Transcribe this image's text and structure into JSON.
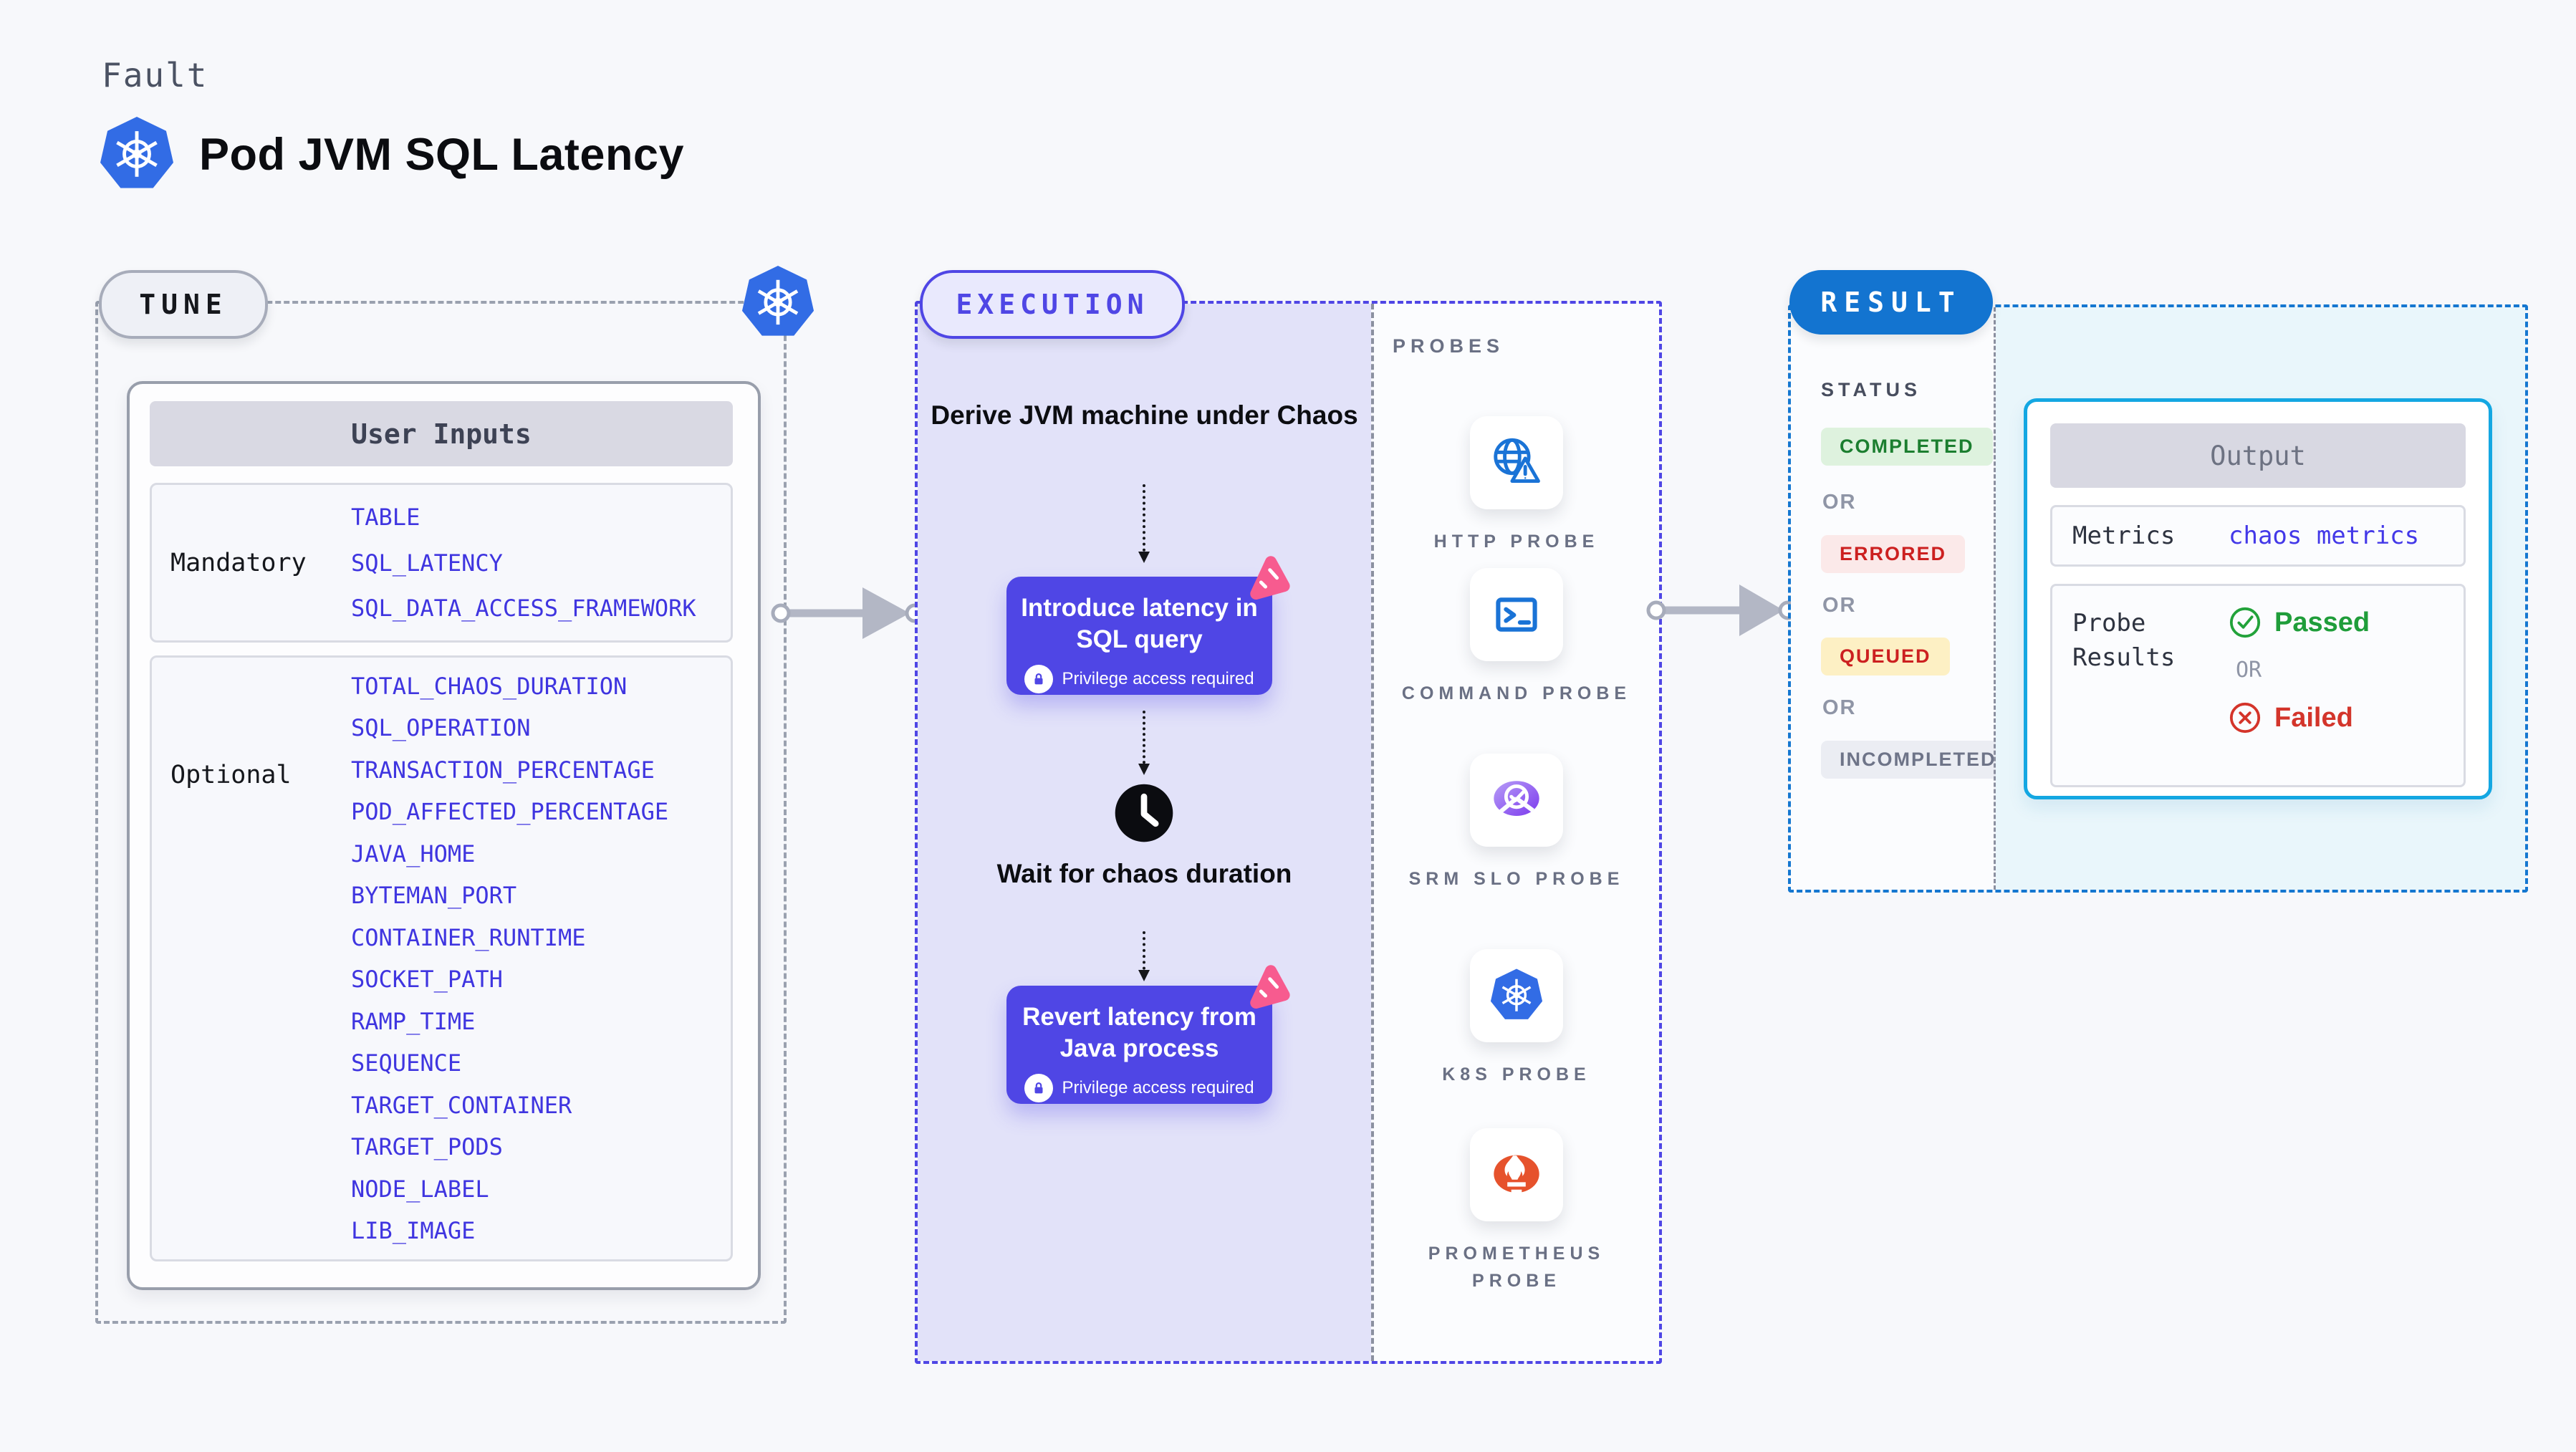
{
  "header": {
    "kicker": "Fault",
    "title": "Pod JVM SQL Latency",
    "logo": "kubernetes-icon"
  },
  "tune": {
    "badge": "TUNE",
    "user_inputs": {
      "header": "User Inputs",
      "mandatory_label": "Mandatory",
      "mandatory_items": [
        "TABLE",
        "SQL_LATENCY",
        "SQL_DATA_ACCESS_FRAMEWORK"
      ],
      "optional_label": "Optional",
      "optional_items": [
        "TOTAL_CHAOS_DURATION",
        "SQL_OPERATION",
        "TRANSACTION_PERCENTAGE",
        "POD_AFFECTED_PERCENTAGE",
        "JAVA_HOME",
        "BYTEMAN_PORT",
        "CONTAINER_RUNTIME",
        "SOCKET_PATH",
        "RAMP_TIME",
        "SEQUENCE",
        "TARGET_CONTAINER",
        "TARGET_PODS",
        "NODE_LABEL",
        "LIB_IMAGE"
      ]
    }
  },
  "execution": {
    "badge": "EXECUTION",
    "derive_label": "Derive JVM machine under Chaos",
    "step1_title": "Introduce latency in SQL query",
    "step1_note": "Privilege access required",
    "wait_label": "Wait for chaos duration",
    "step2_title": "Revert latency from Java process",
    "step2_note": "Privilege access required"
  },
  "probes": {
    "header": "PROBES",
    "items": [
      {
        "name": "HTTP PROBE",
        "icon": "globe-warning-icon"
      },
      {
        "name": "COMMAND PROBE",
        "icon": "terminal-icon"
      },
      {
        "name": "SRM SLO PROBE",
        "icon": "slo-pie-check-icon"
      },
      {
        "name": "K8S PROBE",
        "icon": "kubernetes-icon"
      },
      {
        "name": "PROMETHEUS PROBE",
        "icon": "prometheus-flame-icon"
      }
    ]
  },
  "result": {
    "badge": "RESULT",
    "status_header": "STATUS",
    "or_label": "OR",
    "statuses": [
      {
        "label": "COMPLETED",
        "bg": "#def2de",
        "color": "#1b7e2f"
      },
      {
        "label": "ERRORED",
        "bg": "#fbe9e9",
        "color": "#cc2020"
      },
      {
        "label": "QUEUED",
        "bg": "#fdf0c4",
        "color": "#cc2020"
      },
      {
        "label": "INCOMPLETED",
        "bg": "#ebedf3",
        "color": "#6e7488"
      }
    ],
    "output": {
      "header": "Output",
      "metrics_label": "Metrics",
      "metrics_value": "chaos metrics",
      "probe_results_label": "Probe Results",
      "passed_label": "Passed",
      "or_label": "OR",
      "failed_label": "Failed"
    }
  },
  "colors": {
    "page_bg": "#f7f8fb",
    "accent_indigo": "#4f46e5",
    "execution_panel_bg": "#e2e2f9",
    "accent_blue": "#1374d0",
    "output_border_cyan": "#14a7e2",
    "k8s_blue": "#326ce5",
    "chaos_pink": "#f75b8f",
    "param_blue": "#3f35e0",
    "passed_green": "#1f9d3a",
    "failed_red": "#d3352b",
    "prometheus_orange": "#e6522c",
    "srm_purple": "#7c3aed"
  }
}
